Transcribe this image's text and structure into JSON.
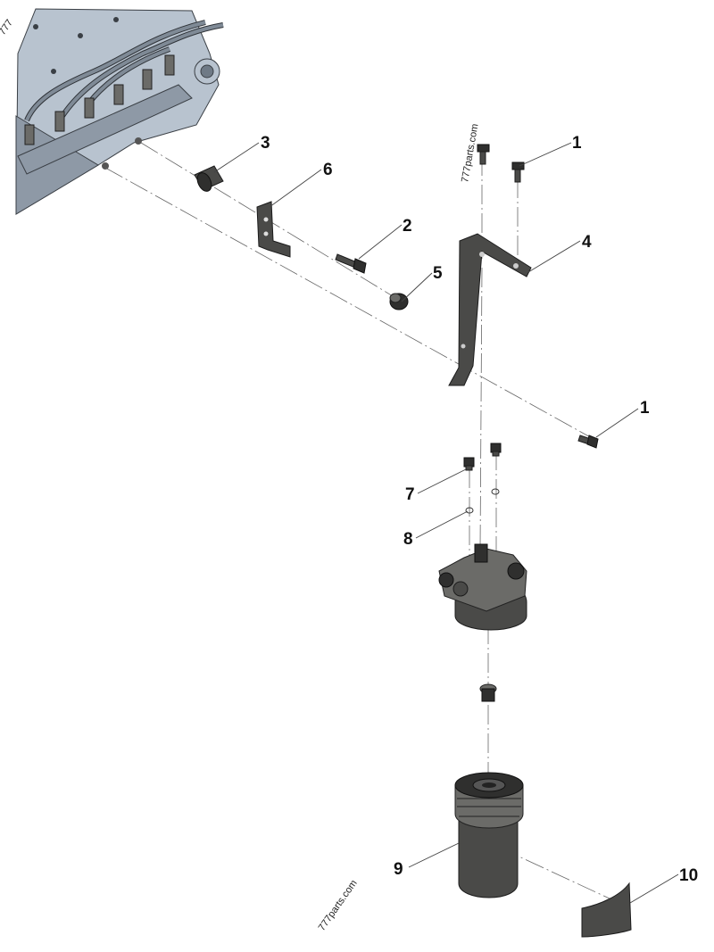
{
  "watermarks": {
    "top": "777parts.com",
    "bottom": "777parts.com",
    "corner": "777"
  },
  "callouts": [
    {
      "id": "c1a",
      "label": "1"
    },
    {
      "id": "c1b",
      "label": "1"
    },
    {
      "id": "c2",
      "label": "2"
    },
    {
      "id": "c3",
      "label": "3"
    },
    {
      "id": "c4",
      "label": "4"
    },
    {
      "id": "c5",
      "label": "5"
    },
    {
      "id": "c6",
      "label": "6"
    },
    {
      "id": "c7",
      "label": "7"
    },
    {
      "id": "c8",
      "label": "8"
    },
    {
      "id": "c9",
      "label": "9"
    },
    {
      "id": "c10",
      "label": "10"
    }
  ]
}
